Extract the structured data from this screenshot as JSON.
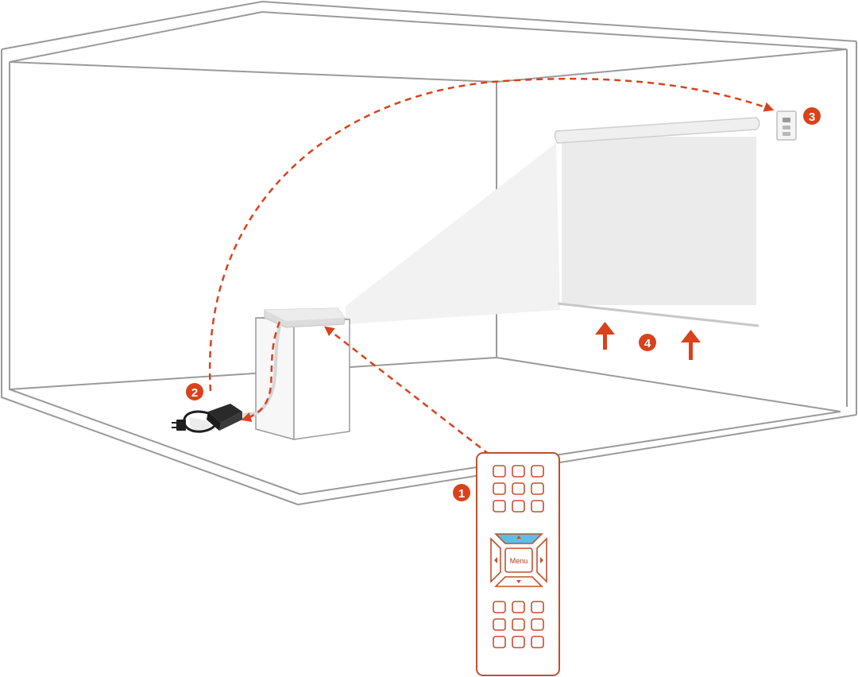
{
  "colors": {
    "accent": "#d9421b",
    "outline": "#9a9a9a",
    "remote_outline": "#c0502e",
    "highlight": "#5bc0e8",
    "screen_fill": "#ebebeb",
    "beam_fill": "#f2f2f2"
  },
  "steps": [
    {
      "number": "1",
      "meaning": "remote"
    },
    {
      "number": "2",
      "meaning": "power-adapter"
    },
    {
      "number": "3",
      "meaning": "wall-receiver"
    },
    {
      "number": "4",
      "meaning": "screen-retracts"
    }
  ],
  "remote": {
    "menu_label": "Menu"
  },
  "icons": [
    "arrow-up-icon",
    "arrow-left-icon",
    "arrow-right-icon",
    "arrow-down-icon",
    "plug-icon"
  ]
}
